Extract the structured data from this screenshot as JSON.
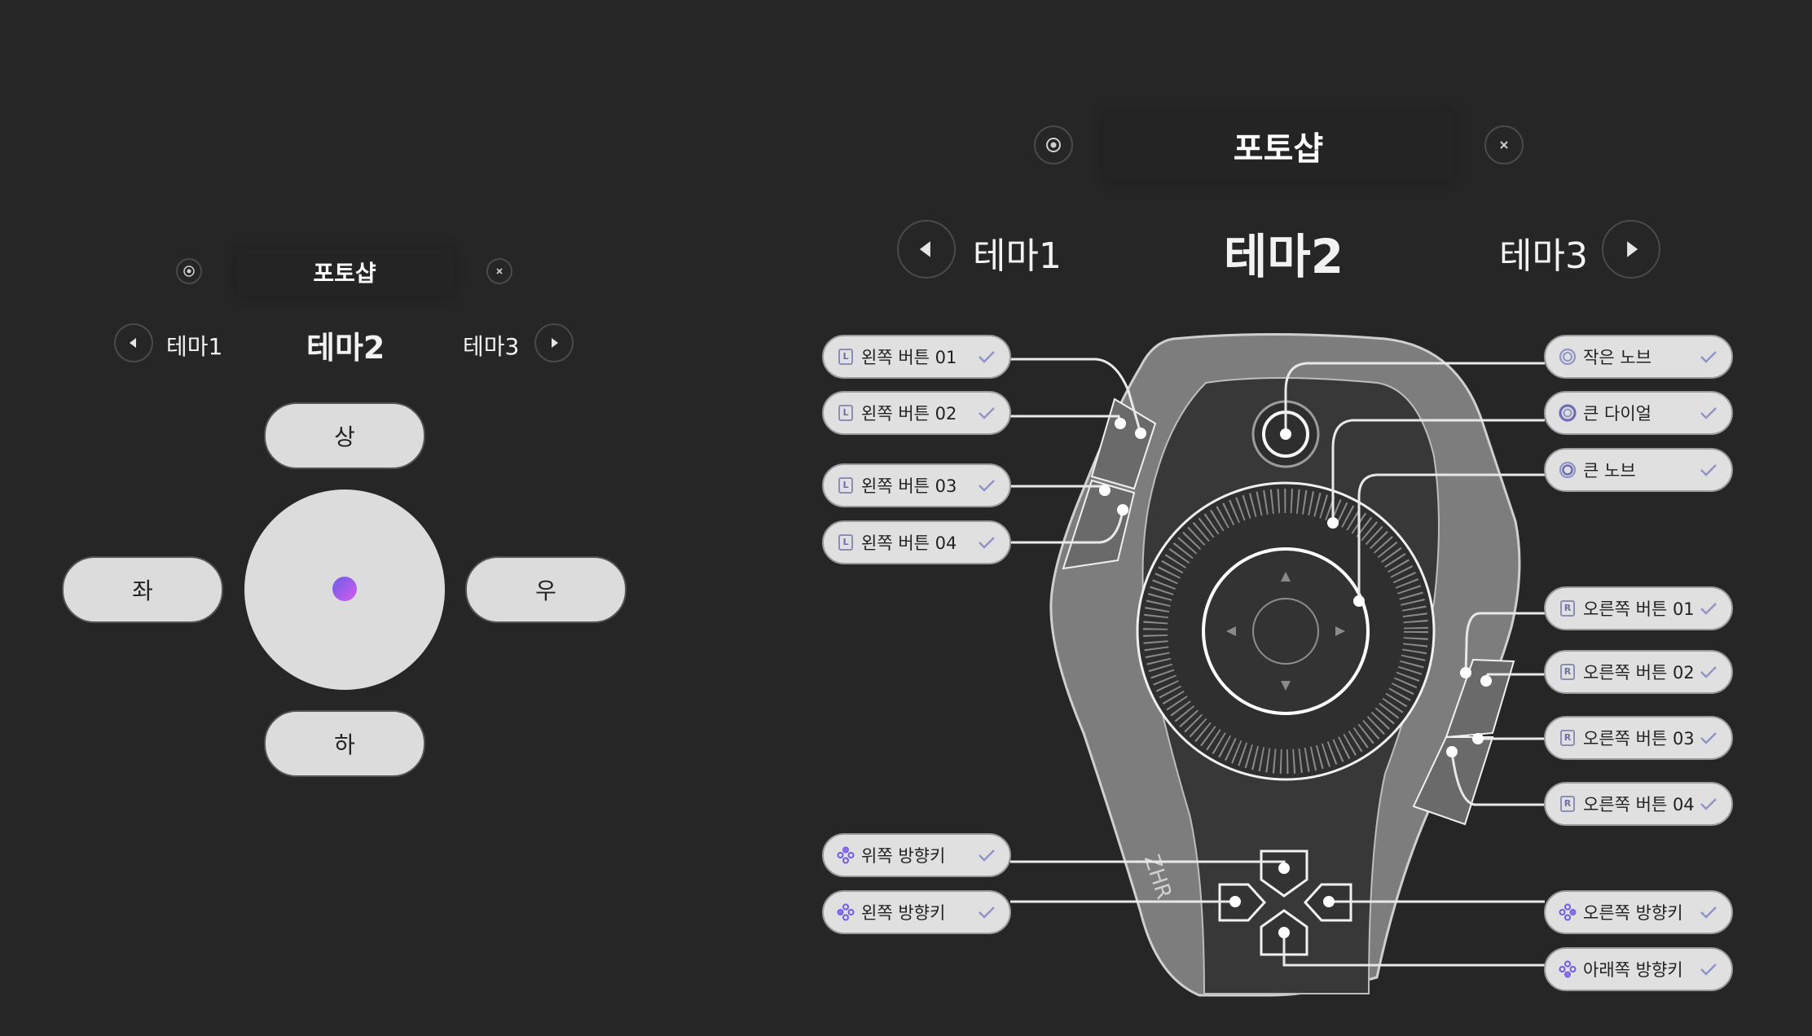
{
  "small_panel": {
    "title": "포토샵",
    "theme_prev": "테마1",
    "theme_current": "테마2",
    "theme_next": "테마3",
    "buttons": {
      "up": "상",
      "left": "좌",
      "right": "우",
      "down": "하"
    }
  },
  "large_panel": {
    "title": "포토샵",
    "theme_prev": "테마1",
    "theme_current": "테마2",
    "theme_next": "테마3",
    "left_callouts": [
      {
        "label": "왼쪽 버튼 01",
        "icon": "L"
      },
      {
        "label": "왼쪽 버튼 02",
        "icon": "L"
      },
      {
        "label": "왼쪽 버튼 03",
        "icon": "L"
      },
      {
        "label": "왼쪽 버튼 04",
        "icon": "L"
      },
      {
        "label": "위쪽 방향키",
        "icon": "dpad"
      },
      {
        "label": "왼쪽 방향키",
        "icon": "dpad"
      }
    ],
    "right_callouts": [
      {
        "label": "작은 노브",
        "icon": "ring"
      },
      {
        "label": "큰 다이얼",
        "icon": "ring-filled"
      },
      {
        "label": "큰 노브",
        "icon": "ring"
      },
      {
        "label": "오른쪽 버튼 01",
        "icon": "R"
      },
      {
        "label": "오른쪽 버튼 02",
        "icon": "R"
      },
      {
        "label": "오른쪽 버튼 03",
        "icon": "R"
      },
      {
        "label": "오른쪽 버튼 04",
        "icon": "R"
      },
      {
        "label": "오른쪽 방향키",
        "icon": "dpad"
      },
      {
        "label": "아래쪽 방향키",
        "icon": "dpad"
      }
    ],
    "device_brand": "ZHR"
  },
  "colors": {
    "background": "#262626",
    "accent_gradient_start": "#6c5ce7",
    "accent_gradient_end": "#d65cf0",
    "device_body": "#7a7a7a",
    "device_face": "#3a3a3a"
  }
}
